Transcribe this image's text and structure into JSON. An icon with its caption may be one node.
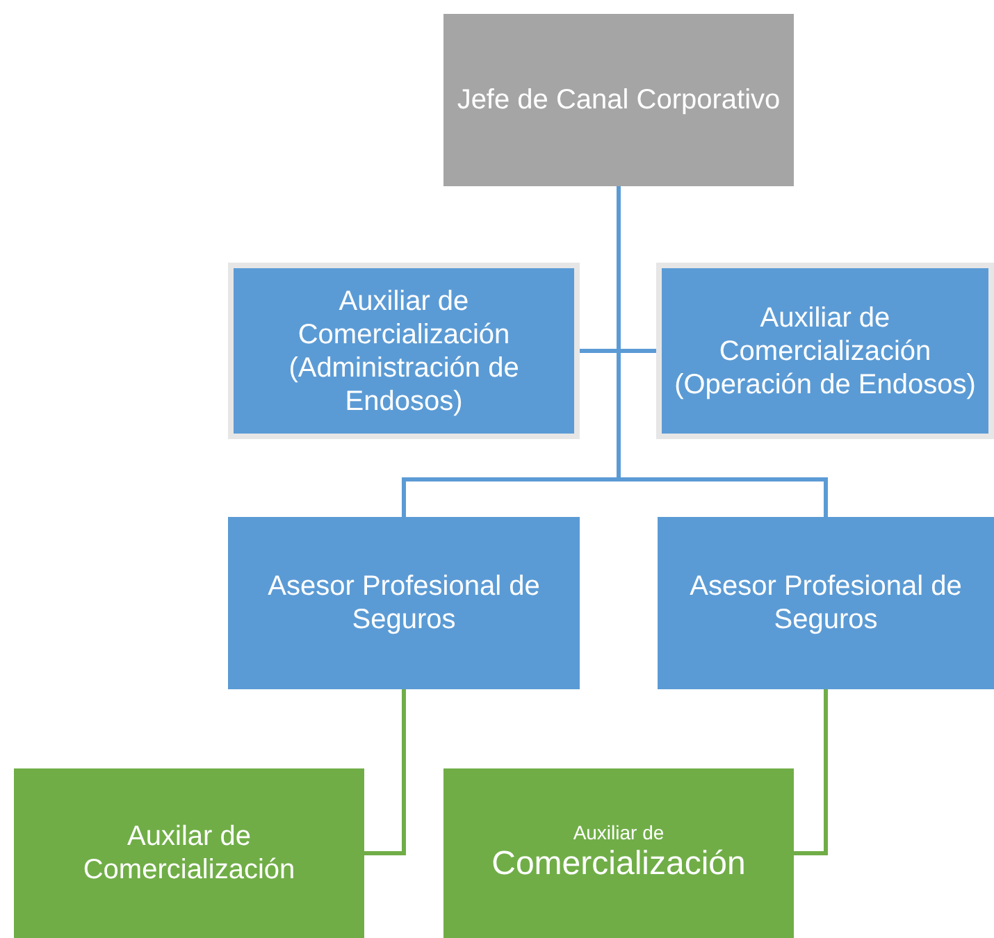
{
  "diagram": {
    "nodes": [
      {
        "text": [
          "Jefe de Canal Corporativo"
        ]
      },
      {
        "text": [
          "Auxiliar de Comercialización (Administración de Endosos)"
        ]
      },
      {
        "text": [
          "Auxiliar de Comercialización (Operación de Endosos)"
        ]
      },
      {
        "text": [
          "Asesor Profesional de Seguros"
        ]
      },
      {
        "text": [
          "Asesor Profesional de Seguros"
        ]
      },
      {
        "text": [
          "Auxilar de Comercialización"
        ]
      },
      {
        "text": [
          "Auxiliar de",
          "Comercialización"
        ]
      }
    ],
    "edges": [
      {
        "from": 0,
        "to": 1,
        "arrow": "none"
      },
      {
        "from": 0,
        "to": 2,
        "arrow": "none"
      },
      {
        "from": 0,
        "to": 3,
        "arrow": "none"
      },
      {
        "from": 0,
        "to": 4,
        "arrow": "none"
      },
      {
        "from": 3,
        "to": 5,
        "arrow": "none",
        "color": "#70ad47"
      },
      {
        "from": 4,
        "to": 6,
        "arrow": "none",
        "color": "#70ad47"
      }
    ]
  }
}
